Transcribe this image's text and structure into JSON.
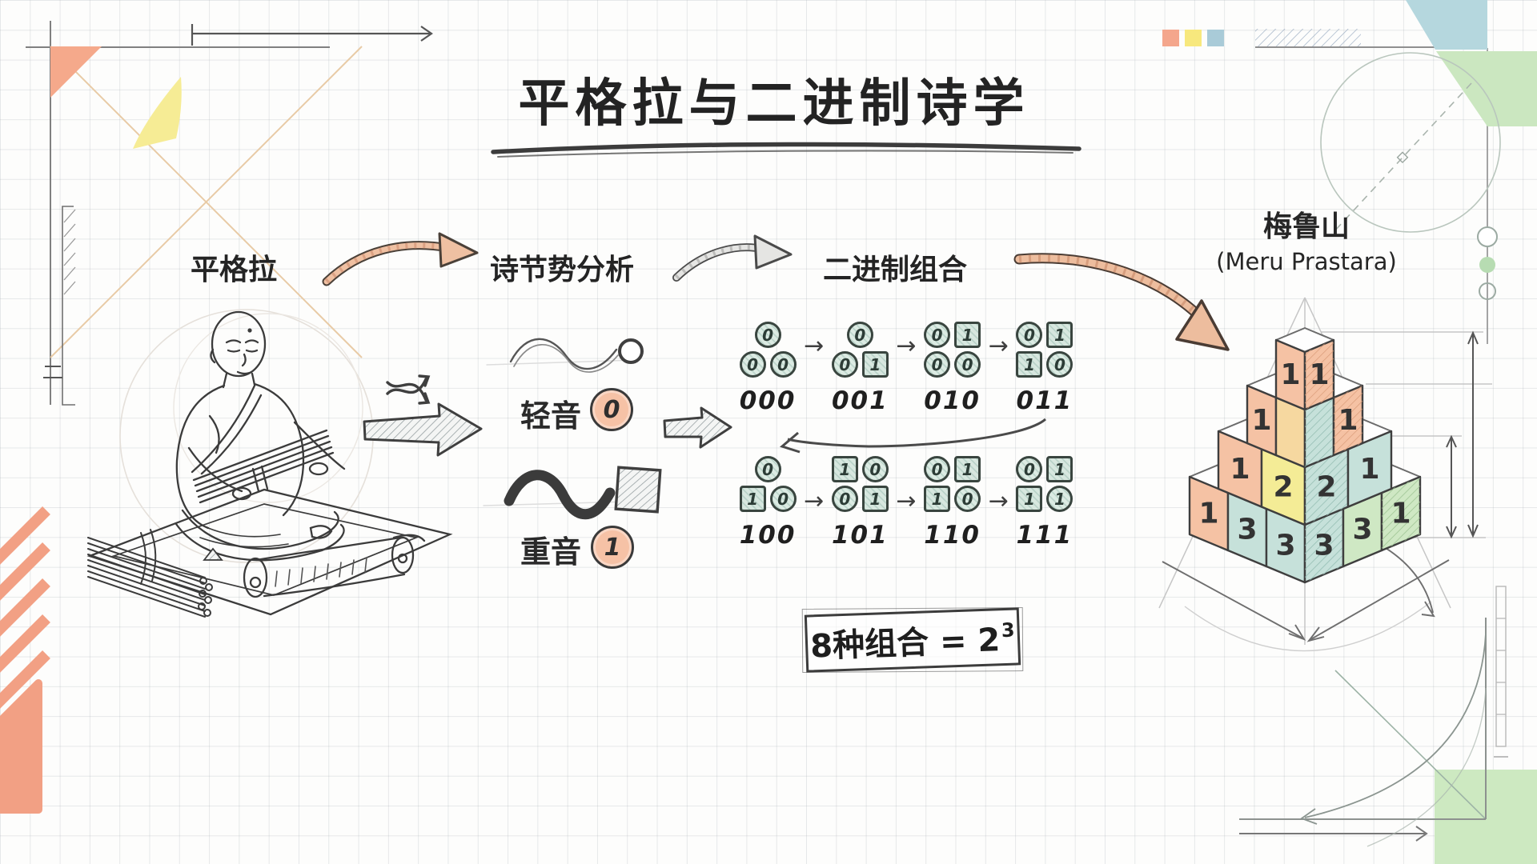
{
  "title": {
    "text": "平格拉与二进制诗学"
  },
  "flow": {
    "steps": [
      {
        "label": "平格拉"
      },
      {
        "label": "诗节势分析"
      },
      {
        "label": "二进制组合"
      },
      {
        "label": "梅鲁山",
        "sublabel": "(Meru Prastara)"
      }
    ]
  },
  "legend": {
    "light_label": "轻音",
    "light_value": "0",
    "heavy_label": "重音",
    "heavy_value": "1"
  },
  "binary": {
    "between_arrow": "→",
    "top": [
      {
        "label": "000",
        "rows": [
          [
            {
              "s": "c",
              "v": "0"
            }
          ],
          [
            {
              "s": "c",
              "v": "0"
            },
            {
              "s": "c",
              "v": "0"
            }
          ]
        ]
      },
      {
        "label": "001",
        "rows": [
          [
            {
              "s": "c",
              "v": "0"
            }
          ],
          [
            {
              "s": "c",
              "v": "0"
            },
            {
              "s": "q",
              "v": "1"
            }
          ]
        ]
      },
      {
        "label": "010",
        "rows": [
          [
            {
              "s": "c",
              "v": "0"
            },
            {
              "s": "q",
              "v": "1"
            }
          ],
          [
            {
              "s": "c",
              "v": "0"
            },
            {
              "s": "c",
              "v": "0"
            }
          ]
        ]
      },
      {
        "label": "011",
        "rows": [
          [
            {
              "s": "c",
              "v": "0"
            },
            {
              "s": "q",
              "v": "1"
            }
          ],
          [
            {
              "s": "q",
              "v": "1"
            },
            {
              "s": "c",
              "v": "0"
            }
          ]
        ]
      }
    ],
    "bottom": [
      {
        "label": "100",
        "rows": [
          [
            {
              "s": "c",
              "v": "0"
            }
          ],
          [
            {
              "s": "q",
              "v": "1"
            },
            {
              "s": "c",
              "v": "0"
            }
          ]
        ]
      },
      {
        "label": "101",
        "rows": [
          [
            {
              "s": "q",
              "v": "1"
            },
            {
              "s": "c",
              "v": "0"
            }
          ],
          [
            {
              "s": "c",
              "v": "0"
            },
            {
              "s": "q",
              "v": "1"
            }
          ]
        ]
      },
      {
        "label": "110",
        "rows": [
          [
            {
              "s": "c",
              "v": "0"
            },
            {
              "s": "q",
              "v": "1"
            }
          ],
          [
            {
              "s": "q",
              "v": "1"
            },
            {
              "s": "c",
              "v": "0"
            }
          ]
        ]
      },
      {
        "label": "111",
        "rows": [
          [
            {
              "s": "c",
              "v": "0"
            },
            {
              "s": "q",
              "v": "1"
            }
          ],
          [
            {
              "s": "q",
              "v": "1"
            },
            {
              "s": "c",
              "v": "1"
            }
          ]
        ]
      }
    ]
  },
  "formula": {
    "base_text": "8种组合 = 2",
    "exponent": "3"
  },
  "pyramid": {
    "palette": {
      "salmon": "#f5c2a4",
      "yellow": "#f4ec96",
      "amber": "#f6d8a0",
      "teal": "#c6e1da",
      "green": "#cfe8c4"
    },
    "levels": [
      {
        "left": [
          {
            "v": "1",
            "c": "salmon"
          }
        ],
        "right": [
          {
            "v": "1",
            "c": "salmon",
            "h": 1
          }
        ]
      },
      {
        "left": [
          {
            "v": "1",
            "c": "salmon"
          },
          {
            "v": "",
            "c": "amber"
          }
        ],
        "right": [
          {
            "v": "",
            "c": "teal",
            "h": 1
          },
          {
            "v": "1",
            "c": "salmon",
            "h": 1
          }
        ]
      },
      {
        "left": [
          {
            "v": "1",
            "c": "salmon"
          },
          {
            "v": "2",
            "c": "yellow"
          }
        ],
        "right": [
          {
            "v": "2",
            "c": "teal",
            "h": 1
          },
          {
            "v": "1",
            "c": "teal"
          }
        ]
      },
      {
        "left": [
          {
            "v": "1",
            "c": "salmon"
          },
          {
            "v": "3",
            "c": "teal"
          },
          {
            "v": "3",
            "c": "teal"
          }
        ],
        "right": [
          {
            "v": "3",
            "c": "teal",
            "h": 1
          },
          {
            "v": "3",
            "c": "green"
          },
          {
            "v": "1",
            "c": "green",
            "h": 1
          }
        ]
      }
    ]
  },
  "accent_colors": {
    "salmon_accent": "#f2a084",
    "yellow_accent": "#f7e87d",
    "blue_accent": "#a9cbd8",
    "green_accent": "#cbe7c0",
    "badge_fill": "#f6c2a6",
    "token_fill": "#dcebe3",
    "ink": "#3b3b3b"
  }
}
